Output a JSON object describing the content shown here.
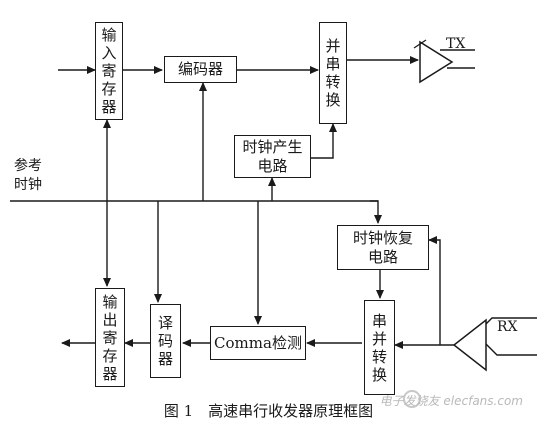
{
  "blocks": {
    "input_register": "输入寄存器",
    "encoder": "编码器",
    "parallel_to_serial": "并串转换",
    "clock_gen": "时钟产生\n电路",
    "clock_recovery": "时钟恢复\n电路",
    "serial_to_parallel": "串并转换",
    "comma_detect": "Comma检测",
    "decoder": "译码器",
    "output_register": "输出寄存器"
  },
  "labels": {
    "ref_clock": "参考\n时钟",
    "tx": "TX",
    "rx": "RX"
  },
  "caption": "图 1　高速串行收发器原理框图",
  "watermark": "电子发烧友 elecfans.com"
}
